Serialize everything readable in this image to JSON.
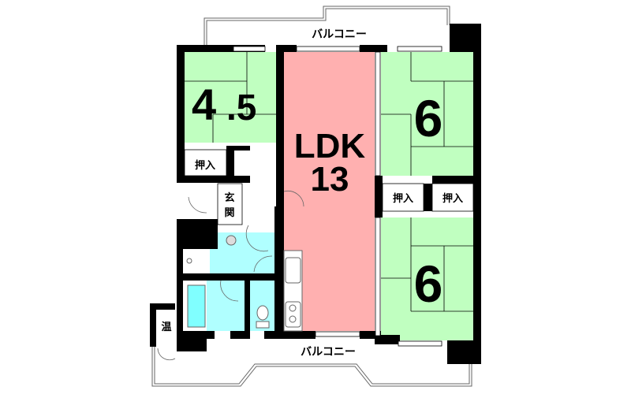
{
  "floorplan": {
    "balcony_top": "バルコニー",
    "balcony_bottom": "バルコニー",
    "room_western_small": {
      "size_major": "4",
      "size_minor": ".5"
    },
    "ldk": {
      "name": "LDK",
      "size": "13"
    },
    "room_right_top": {
      "size": "6"
    },
    "room_right_bottom": {
      "size": "6"
    },
    "closet_left": "押入",
    "closet_right_1": "押入",
    "closet_right_2": "押入",
    "entrance": [
      "玄",
      "関"
    ],
    "water_heater": "温"
  },
  "colors": {
    "tatami": "#c0ffc0",
    "ldk": "#ffb0b0",
    "wet_area": "#b0ffff",
    "wall": "#000000"
  }
}
